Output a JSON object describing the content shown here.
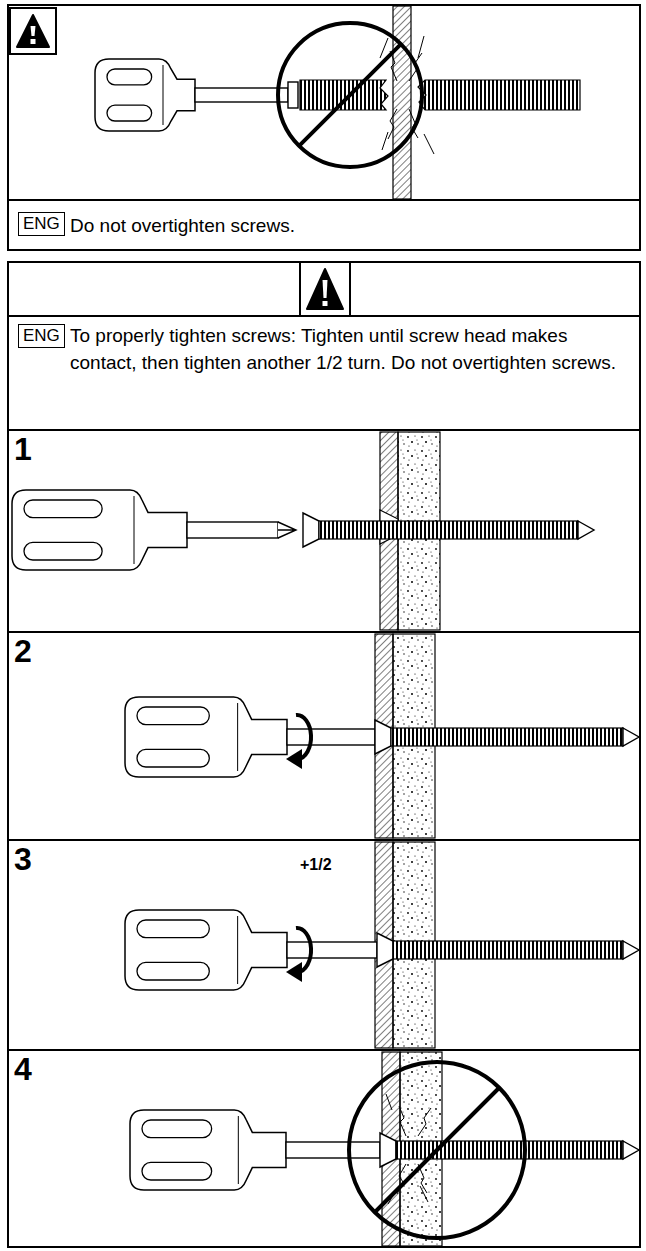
{
  "diagram": {
    "nodes": [
      {
        "text": [
          "Do not overtighten screws."
        ]
      },
      {
        "text": [
          "ENG"
        ],
        "in": 0
      },
      {
        "text": [
          "To properly tighten screws: Tighten until screw head makes contact, then tighten another 1/2 turn. Do not overtighten screws."
        ]
      },
      {
        "text": [
          "ENG"
        ],
        "in": 2
      },
      {
        "text": [
          "1"
        ]
      },
      {
        "text": [
          "2"
        ]
      },
      {
        "text": [
          "3",
          "+1/2"
        ]
      },
      {
        "text": [
          "4"
        ]
      }
    ]
  }
}
